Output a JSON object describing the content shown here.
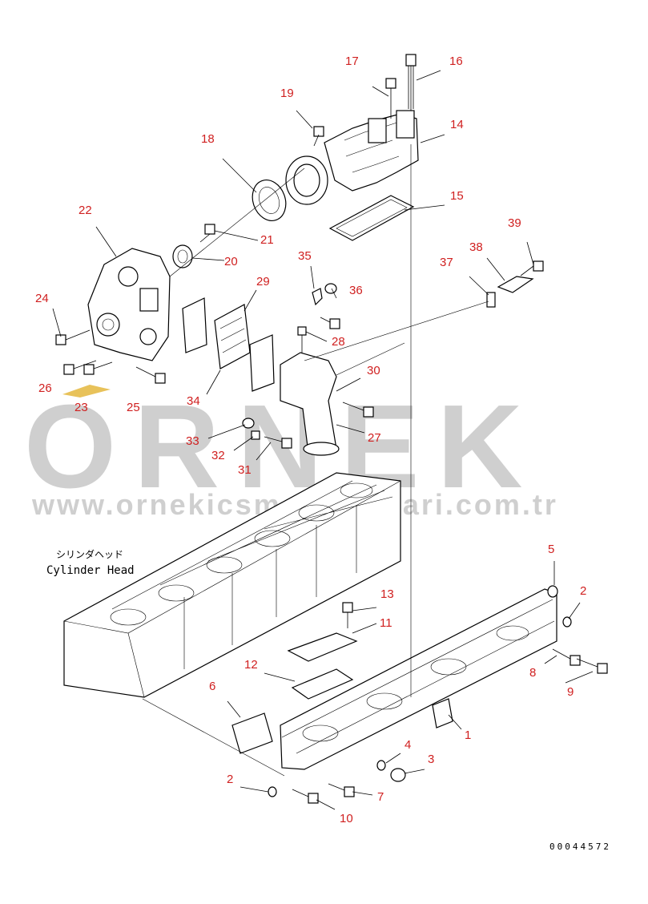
{
  "watermark": {
    "brand": "ORNEK",
    "url": "www.ornekicsmalzemalari.com.tr"
  },
  "labels": {
    "cylinder_head_jp": "シリンダヘッド",
    "cylinder_head_en": "Cylinder Head"
  },
  "document_number": "00044572",
  "callouts": [
    "1",
    "2",
    "2",
    "3",
    "4",
    "5",
    "6",
    "7",
    "8",
    "9",
    "10",
    "11",
    "12",
    "13",
    "14",
    "15",
    "16",
    "17",
    "18",
    "19",
    "20",
    "21",
    "22",
    "23",
    "24",
    "25",
    "26",
    "27",
    "28",
    "29",
    "30",
    "31",
    "32",
    "33",
    "34",
    "35",
    "36",
    "37",
    "38",
    "39"
  ],
  "colors": {
    "callout": "#d02020",
    "watermark": "#cfcfcf",
    "linework": "#000000"
  }
}
